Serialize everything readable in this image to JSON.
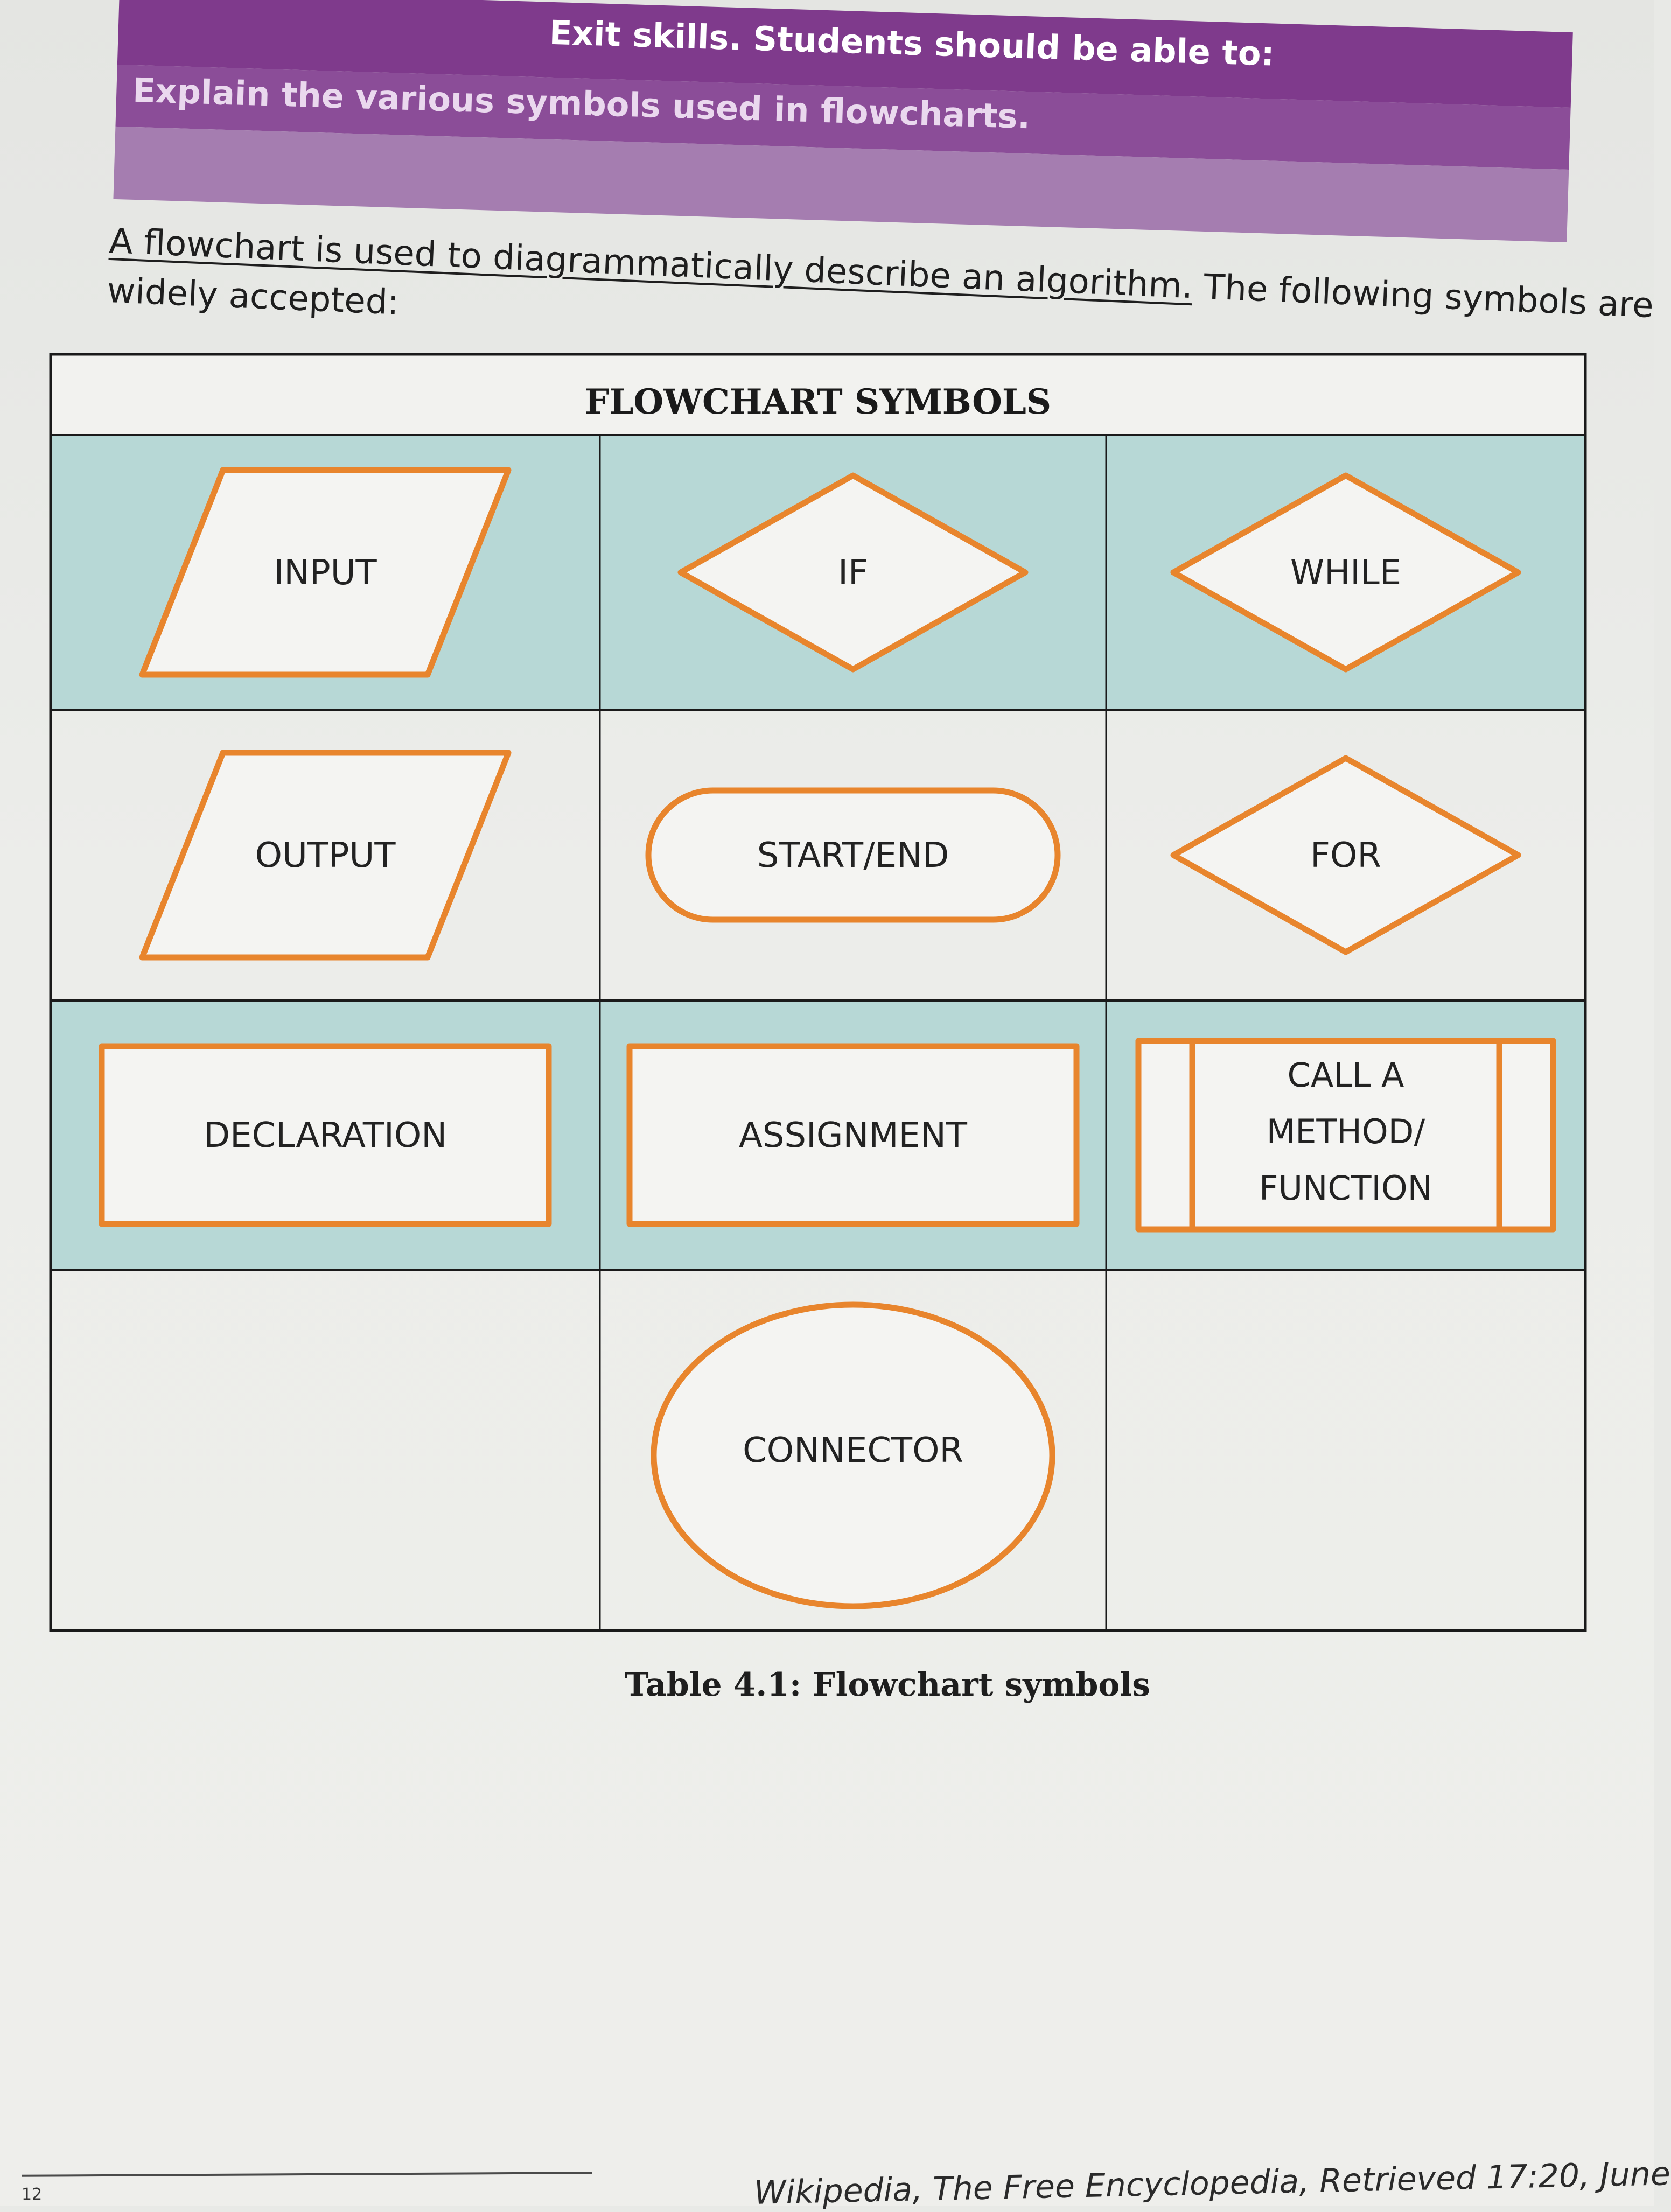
{
  "banner": {
    "title": "Exit skills. Students should be able to:",
    "subtitle": "Explain the various symbols used in flowcharts."
  },
  "intro": {
    "line1_underlined": "A flowchart is used to diagrammatically describe an algorithm.",
    "line1_rest": " The following symbols are",
    "line2": "widely accepted:"
  },
  "table": {
    "header": "FLOWCHART SYMBOLS",
    "rows": [
      [
        {
          "label": "INPUT",
          "shape": "parallelogram"
        },
        {
          "label": "IF",
          "shape": "diamond"
        },
        {
          "label": "WHILE",
          "shape": "diamond"
        }
      ],
      [
        {
          "label": "OUTPUT",
          "shape": "parallelogram"
        },
        {
          "label": "START/END",
          "shape": "terminator"
        },
        {
          "label": "FOR",
          "shape": "diamond"
        }
      ],
      [
        {
          "label": "DECLARATION",
          "shape": "rectangle"
        },
        {
          "label": "ASSIGNMENT",
          "shape": "rectangle"
        },
        {
          "label": "CALL A METHOD/ FUNCTION",
          "lines": [
            "CALL A",
            "METHOD/",
            "FUNCTION"
          ],
          "shape": "predefined-process"
        }
      ],
      [
        {
          "label": "",
          "shape": "none"
        },
        {
          "label": "CONNECTOR",
          "shape": "ellipse"
        },
        {
          "label": "",
          "shape": "none"
        }
      ]
    ],
    "shaded_color": "#b7d8d6",
    "shape_stroke_color": "#e8852d"
  },
  "caption": "Table 4.1: Flowchart symbols",
  "footer": {
    "page_number": "12",
    "footnote": "Wikipedia, The Free Encyclopedia, Retrieved 17:20, June"
  }
}
